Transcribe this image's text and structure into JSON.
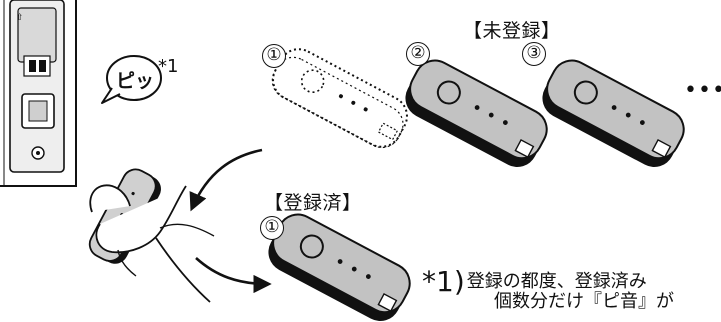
{
  "labels": {
    "unregistered": "【未登録】",
    "registered": "【登録済】",
    "num1_top": "①",
    "num2": "②",
    "num3": "③",
    "num1_bottom": "①",
    "ellipsis": "•••",
    "beep": "ピッ",
    "beep_mark": "*1"
  },
  "note": {
    "mark": "*1)",
    "line1": "登録の都度、登録済み",
    "line2": "個数分だけ『ピ音』が"
  },
  "colors": {
    "ink": "#111111",
    "fob_gray": "#bfbfbf",
    "fob_dark": "#9a9a9a"
  },
  "icons": [
    "door-reader-icon",
    "hand-with-remote-icon",
    "curved-arrow-icon",
    "remote-key-icon"
  ]
}
